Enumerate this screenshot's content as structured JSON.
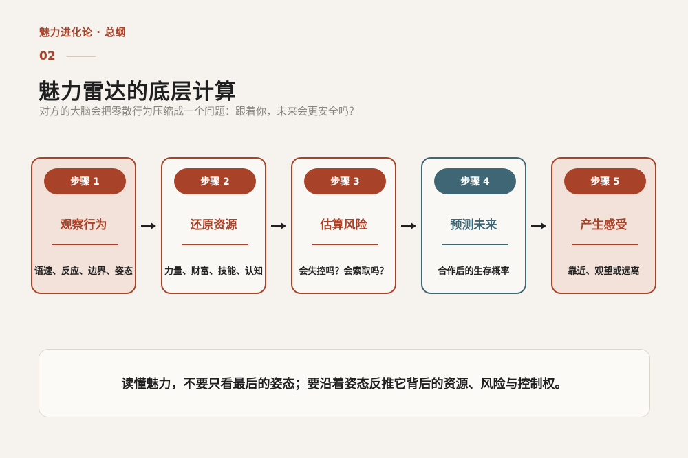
{
  "header": {
    "kicker": "魅力进化论 · 总纲",
    "page_number": "02",
    "title": "魅力雷达的底层计算",
    "subtitle": "对方的大脑会把零散行为压缩成一个问题：跟着你，未来会更安全吗？"
  },
  "steps": [
    {
      "label": "步骤 1",
      "title": "观察行为",
      "desc": "语速、反应、边界、姿态"
    },
    {
      "label": "步骤 2",
      "title": "还原资源",
      "desc": "力量、财富、技能、认知"
    },
    {
      "label": "步骤 3",
      "title": "估算风险",
      "desc": "会失控吗？会索取吗？"
    },
    {
      "label": "步骤 4",
      "title": "预测未来",
      "desc": "合作后的生存概率"
    },
    {
      "label": "步骤 5",
      "title": "产生感受",
      "desc": "靠近、观望或远离"
    }
  ],
  "footer": {
    "summary": "读懂魅力，不要只看最后的姿态；要沿着姿态反推它背后的资源、风险与控制权。"
  },
  "colors": {
    "accent": "#a8432a",
    "teal": "#3f6675",
    "background": "#f6f3ee"
  }
}
